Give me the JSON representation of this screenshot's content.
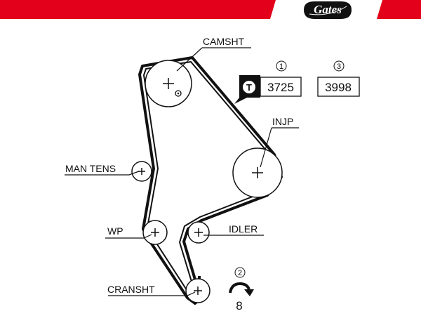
{
  "brand": {
    "logo_text": "Gates",
    "accent_color": "#e2001a"
  },
  "components": {
    "camshaft": "CAMSHT",
    "injection_pump": "INJP",
    "manual_tensioner": "MAN TENS",
    "water_pump": "WP",
    "idler": "IDLER",
    "crankshaft": "CRANSHT"
  },
  "part_numbers": [
    {
      "marker": "1",
      "icon_letter": "T",
      "value": "3725"
    },
    {
      "marker": "3",
      "value": "3998"
    }
  ],
  "rotation": {
    "marker": "2",
    "value": "8"
  },
  "icons": [
    "tool-t-icon",
    "rotation-arrow-icon",
    "gates-logo-icon"
  ]
}
